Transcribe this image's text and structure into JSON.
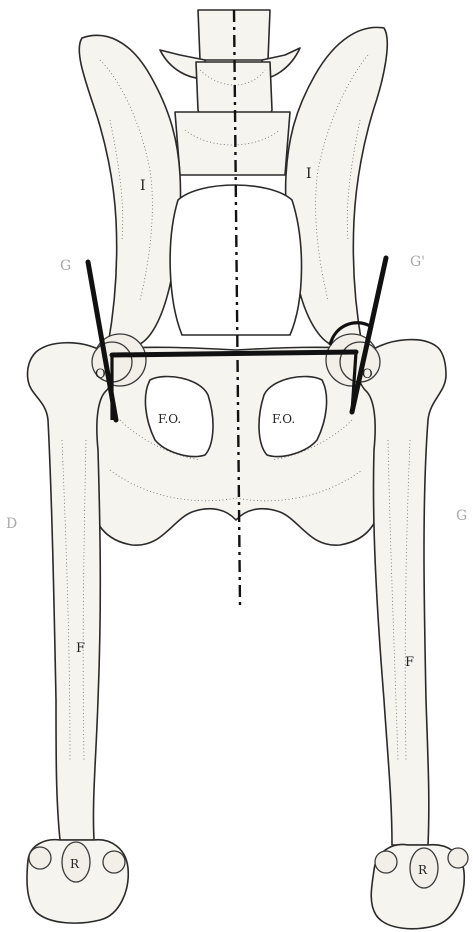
{
  "labels": {
    "ilium_left": "I",
    "ilium_right": "I",
    "g_left": "G",
    "g_right": "G'",
    "o_left": "O",
    "o_right": "O",
    "fo_left": "F.O.",
    "fo_right": "F.O.",
    "side_right": "D",
    "side_left": "G",
    "femur_left": "F",
    "femur_right": "F",
    "r_left": "R",
    "r_right": "R"
  }
}
